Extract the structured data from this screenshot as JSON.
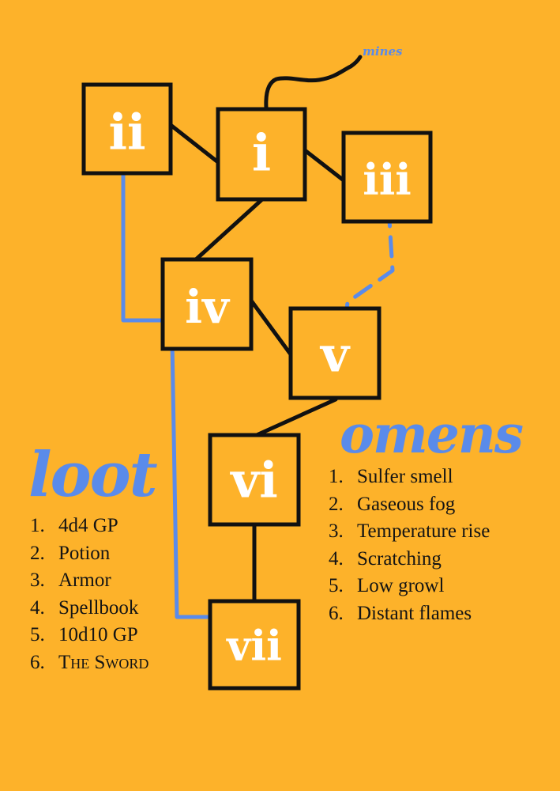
{
  "diagram": {
    "exit_label": "mines",
    "rooms": [
      {
        "id": "i",
        "label": "i"
      },
      {
        "id": "ii",
        "label": "ii"
      },
      {
        "id": "iii",
        "label": "iii"
      },
      {
        "id": "iv",
        "label": "iv"
      },
      {
        "id": "v",
        "label": "v"
      },
      {
        "id": "vi",
        "label": "vi"
      },
      {
        "id": "vii",
        "label": "vii"
      }
    ],
    "colors": {
      "background": "#FDB22A",
      "room_border": "#111111",
      "room_fill": "#FDB22A",
      "room_text": "#FFFFFF",
      "corridor": "#111111",
      "secret_path": "#5A8BEA",
      "heading": "#5A8BEA"
    }
  },
  "loot": {
    "title": "loot",
    "items": [
      {
        "num": "1.",
        "text": "4d4 GP"
      },
      {
        "num": "2.",
        "text": "Potion"
      },
      {
        "num": "3.",
        "text": "Armor"
      },
      {
        "num": "4.",
        "text": "Spellbook"
      },
      {
        "num": "5.",
        "text": "10d10 GP"
      },
      {
        "num": "6.",
        "text": "The Sword"
      }
    ]
  },
  "omens": {
    "title": "omens",
    "items": [
      {
        "num": "1.",
        "text": "Sulfer smell"
      },
      {
        "num": "2.",
        "text": "Gaseous fog"
      },
      {
        "num": "3.",
        "text": "Temperature rise"
      },
      {
        "num": "4.",
        "text": "Scratching"
      },
      {
        "num": "5.",
        "text": "Low growl"
      },
      {
        "num": "6.",
        "text": "Distant flames"
      }
    ]
  }
}
